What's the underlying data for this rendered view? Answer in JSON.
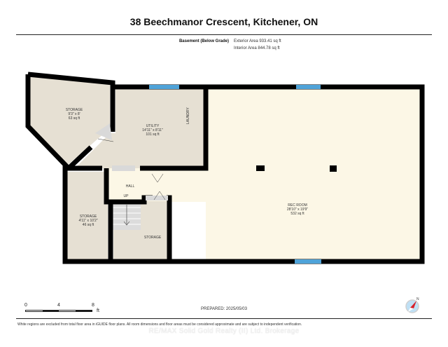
{
  "header": {
    "title": "38 Beechmanor Crescent, Kitchener, ON",
    "level_label": "Basement (Below Grade)",
    "exterior_area": "Exterior Area 933.41 sq ft",
    "interior_area": "Interior Area 844.78 sq ft"
  },
  "rooms": [
    {
      "name": "STORAGE",
      "dims": "9'3\" x 8'",
      "area": "63 sq ft"
    },
    {
      "name": "UTILITY",
      "dims": "14'11\" x 8'11\"",
      "area": "101 sq ft"
    },
    {
      "name": "HALL",
      "dims": "",
      "area": ""
    },
    {
      "name": "STORAGE",
      "dims": "4'11\" x 10'2\"",
      "area": "46 sq ft"
    },
    {
      "name": "STORAGE",
      "dims": "",
      "area": ""
    },
    {
      "name": "REC ROOM",
      "dims": "28'10\" x 19'9\"",
      "area": "532 sq ft"
    }
  ],
  "annotations": {
    "laundry": "LAUNDRY",
    "stairs": "UP"
  },
  "scale": {
    "ticks": [
      "0",
      "4",
      "8"
    ],
    "unit": "ft"
  },
  "footer": {
    "prepared": "PREPARED: 2025/05/03",
    "disclaimer": "White regions are excluded from total floor area in iGUIDE floor plans. All room dimensions and floor areas must be considered approximate and are subject to independent verification.",
    "watermark": "RE/MAX Solid Gold Realty (II) Ltd. Brokerage"
  },
  "compass": {
    "label": "N"
  },
  "colors": {
    "wall": "#000000",
    "room_fill": "#e6e0d3",
    "rec_fill": "#fcf7e6",
    "window": "#4fa3d9",
    "door_gap": "#d9d9d9",
    "compass_needle": "#d8202a"
  }
}
